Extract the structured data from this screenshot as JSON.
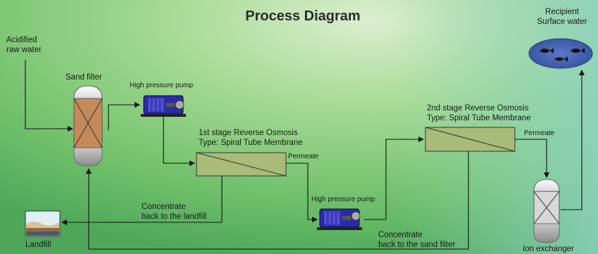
{
  "diagram": {
    "title": "Process Diagram",
    "labels": {
      "acidified": [
        "Acidified",
        "raw water"
      ],
      "sand_filter": "Sand filter",
      "pump1": "High pressure pump",
      "ro1": [
        "1st stage Reverse Osmosis",
        "Type: Spiral Tube Membrane"
      ],
      "permeate1": "Permeate",
      "concentrate1": [
        "Concentrate",
        "back to the landfill"
      ],
      "landfill": "Landfill",
      "pump2": "High pressure pump",
      "ro2": [
        "2nd stage Reverse Osmosis",
        "Type: Spiral Tube Membrane"
      ],
      "permeate2": "Permeate",
      "concentrate2": [
        "Concentrate",
        "back to the sand filter"
      ],
      "recipient": [
        "Recipient",
        "Surface water"
      ],
      "ion_exchanger": "Ion exchanger"
    }
  },
  "colors": {
    "bg_light": "#dbeed0",
    "bg_mid": "#8ed07d",
    "bg_dark": "#52b05a",
    "bg_teal": "#8fd3c0",
    "membrane": "#a9bb78",
    "sand": "#c58a5a",
    "pump": "#2a2aa8",
    "lake": "#3f5fae"
  }
}
